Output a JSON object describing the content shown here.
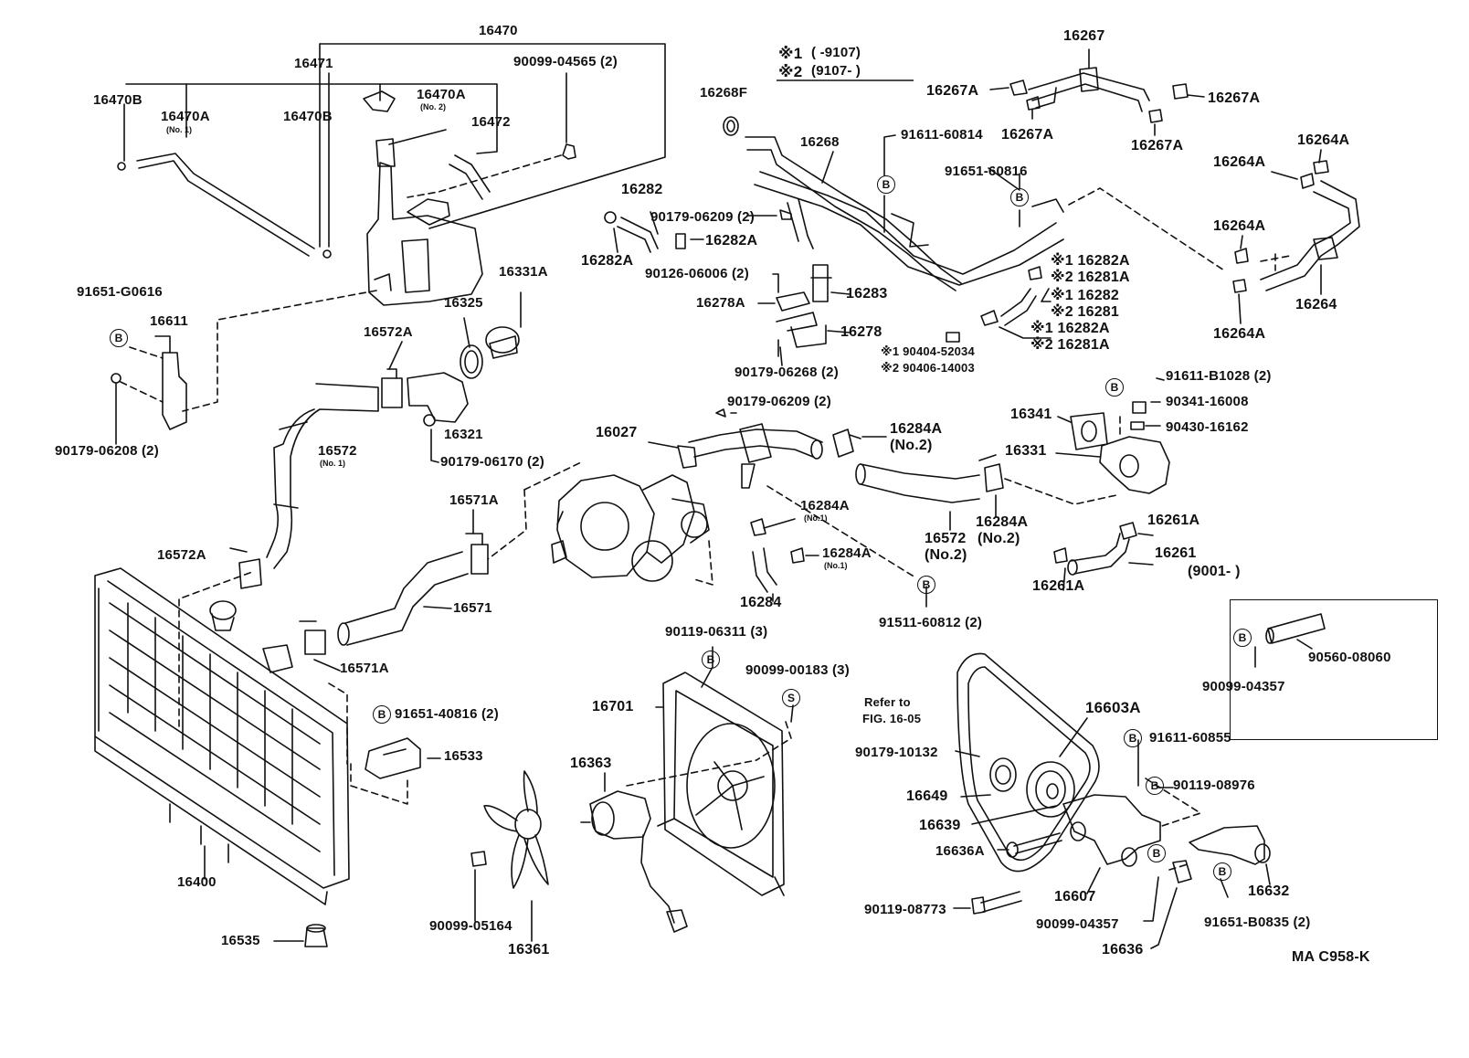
{
  "labels": {
    "p16470": "16470",
    "p16471": "16471",
    "p16470B_a": "16470B",
    "p16470A_a": "16470A",
    "p16470A_a_sub": "(No. 1)",
    "p16470B_b": "16470B",
    "p16470A_b": "16470A",
    "p16470A_b_sub": "(No. 2)",
    "p16472": "16472",
    "p90099_04565": "90099-04565 (2)",
    "p91651_G0616": "91651-G0616",
    "p16611": "16611",
    "p90179_06208": "90179-06208 (2)",
    "p16572A_top": "16572A",
    "p16325": "16325",
    "p16331A": "16331A",
    "p16321": "16321",
    "p90179_06170": "90179-06170 (2)",
    "p16572": "16572",
    "p16572_sub": "(No. 1)",
    "p16571A_top": "16571A",
    "p16572A_left": "16572A",
    "p16571": "16571",
    "p16571A_bot": "16571A",
    "p91651_40816": "91651-40816 (2)",
    "p16533": "16533",
    "p16400": "16400",
    "p16535": "16535",
    "note1_mark": "※1",
    "note1_range": "(      -9107)",
    "note2_mark": "※2",
    "note2_range": "(9107-      )",
    "p16268F": "16268F",
    "p16268": "16268",
    "p91611_60814": "91611-60814",
    "p16282": "16282",
    "p90179_06209_a": "90179-06209 (2)",
    "p16282A_a": "16282A",
    "p16282A_b": "16282A",
    "p90126_06006": "90126-06006 (2)",
    "p16278A": "16278A",
    "p16283": "16283",
    "p16278": "16278",
    "p90179_06268": "90179-06268 (2)",
    "p91651_60816": "91651-60816",
    "n1_16282A": "※1  16282A",
    "n2_16281A": "※2  16281A",
    "n1_16282": "※1  16282",
    "n2_16281": "※2  16281",
    "n1_16282A_b": "※1  16282A",
    "n2_16281A_b": "※2  16281A",
    "n1_90404": "※1   90404-52034",
    "n2_90406": "※2   90406-14003",
    "p16267": "16267",
    "p16267A_a": "16267A",
    "p16267A_b": "16267A",
    "p16267A_c": "16267A",
    "p16267A_d": "16267A",
    "p16264A_a": "16264A",
    "p16264A_b": "16264A",
    "p16264A_c": "16264A",
    "p16264A_d": "16264A",
    "p16264": "16264",
    "p90179_06209_b": "90179-06209 (2)",
    "p16027": "16027",
    "p16284A_a": "16284A",
    "p16284A_a_sub": "(No.2)",
    "p16284A_b": "16284A",
    "p16284A_b_sub": "(No.1)",
    "p16284A_c": "16284A",
    "p16284A_c_sub": "(No.1)",
    "p16284": "16284",
    "p16572_no2": "16572",
    "p16572_no2_sub": "(No.2)",
    "p16284A_d": "16284A",
    "p16284A_d_sub": "(No.2)",
    "p91511_60812": "91511-60812 (2)",
    "p91611_B1028": "91611-B1028 (2)",
    "p90341_16008": "90341-16008",
    "p90430_16162": "90430-16162",
    "p16341": "16341",
    "p16331": "16331",
    "p16261A_a": "16261A",
    "p16261": "16261",
    "p16261A_b": "16261A",
    "inset_title": "(9001-           )",
    "p90560_08060": "90560-08060",
    "p90099_04357_inset": "90099-04357",
    "p90119_06311": "90119-06311 (3)",
    "p90099_00183": "90099-00183 (3)",
    "p16701": "16701",
    "p16363": "16363",
    "p90099_05164": "90099-05164",
    "p16361": "16361",
    "refer_to": "Refer to",
    "refer_fig": "FIG. 16-05",
    "p16603A": "16603A",
    "p90179_10132": "90179-10132",
    "p16649": "16649",
    "p16639": "16639",
    "p16636A": "16636A",
    "p90119_08773": "90119-08773",
    "p16607": "16607",
    "p90099_04357": "90099-04357",
    "p16636": "16636",
    "p91611_60855": "91611-60855",
    "p90119_08976": "90119-08976",
    "p16632": "16632",
    "p91651_B0835": "91651-B0835 (2)",
    "code": "MA C958-K"
  },
  "symbols": {
    "bolt": "B",
    "screw": "S"
  }
}
